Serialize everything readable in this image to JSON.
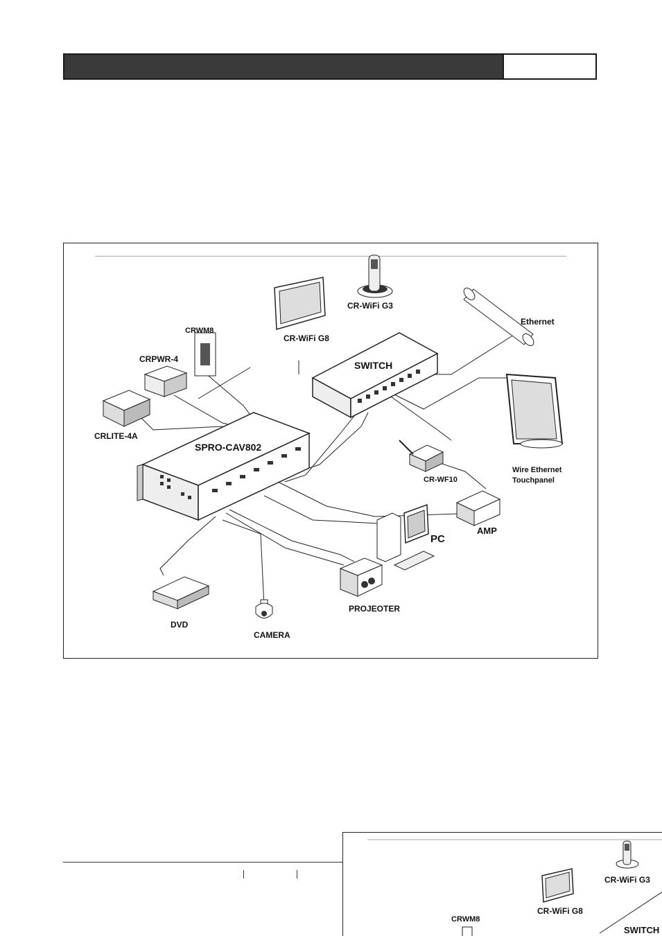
{
  "diagram": {
    "labels": {
      "cr_wifi_g3": "CR-WiFi G3",
      "ethernet": "Ethernet",
      "cr_wifi_g8": "CR-WiFi G8",
      "crwm8": "CRWM8",
      "crpwr4": "CRPWR-4",
      "switch": "SWITCH",
      "crlite4a": "CRLITE-4A",
      "spro": "SPRO-CAV802",
      "cr_wf10": "CR-WF10",
      "wire_ethernet_1": "Wire  Ethernet",
      "wire_ethernet_2": "Touchpanel",
      "amp": "AMP",
      "pc": "PC",
      "projector": "PROJEOTER",
      "dvd": "DVD",
      "camera": "CAMERA"
    }
  },
  "inset": {
    "labels": {
      "cr_wifi_g3": "CR-WiFi G3",
      "cr_wifi_g8": "CR-WiFi G8",
      "crwm8": "CRWM8",
      "switch": "SWITCH"
    }
  }
}
